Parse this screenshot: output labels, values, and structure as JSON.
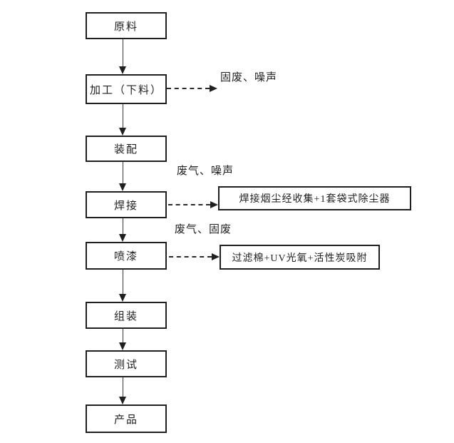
{
  "colors": {
    "background": "#ffffff",
    "line": "#1f1f1f",
    "text": "#1f1f1f"
  },
  "flow": {
    "nodes": [
      {
        "label": "原料"
      },
      {
        "label": "加工（下料）"
      },
      {
        "label": "装配"
      },
      {
        "label": "焊接"
      },
      {
        "label": "喷漆"
      },
      {
        "label": "组装"
      },
      {
        "label": "测试"
      },
      {
        "label": "产品"
      }
    ],
    "treatment_boxes": [
      {
        "label": "焊接烟尘经收集+1套袋式除尘器"
      },
      {
        "label": "过滤棉+UV光氧+活性炭吸附"
      }
    ],
    "emission_labels": [
      {
        "label": "固废、噪声"
      },
      {
        "label": "废气、噪声"
      },
      {
        "label": "废气、固废"
      }
    ]
  }
}
